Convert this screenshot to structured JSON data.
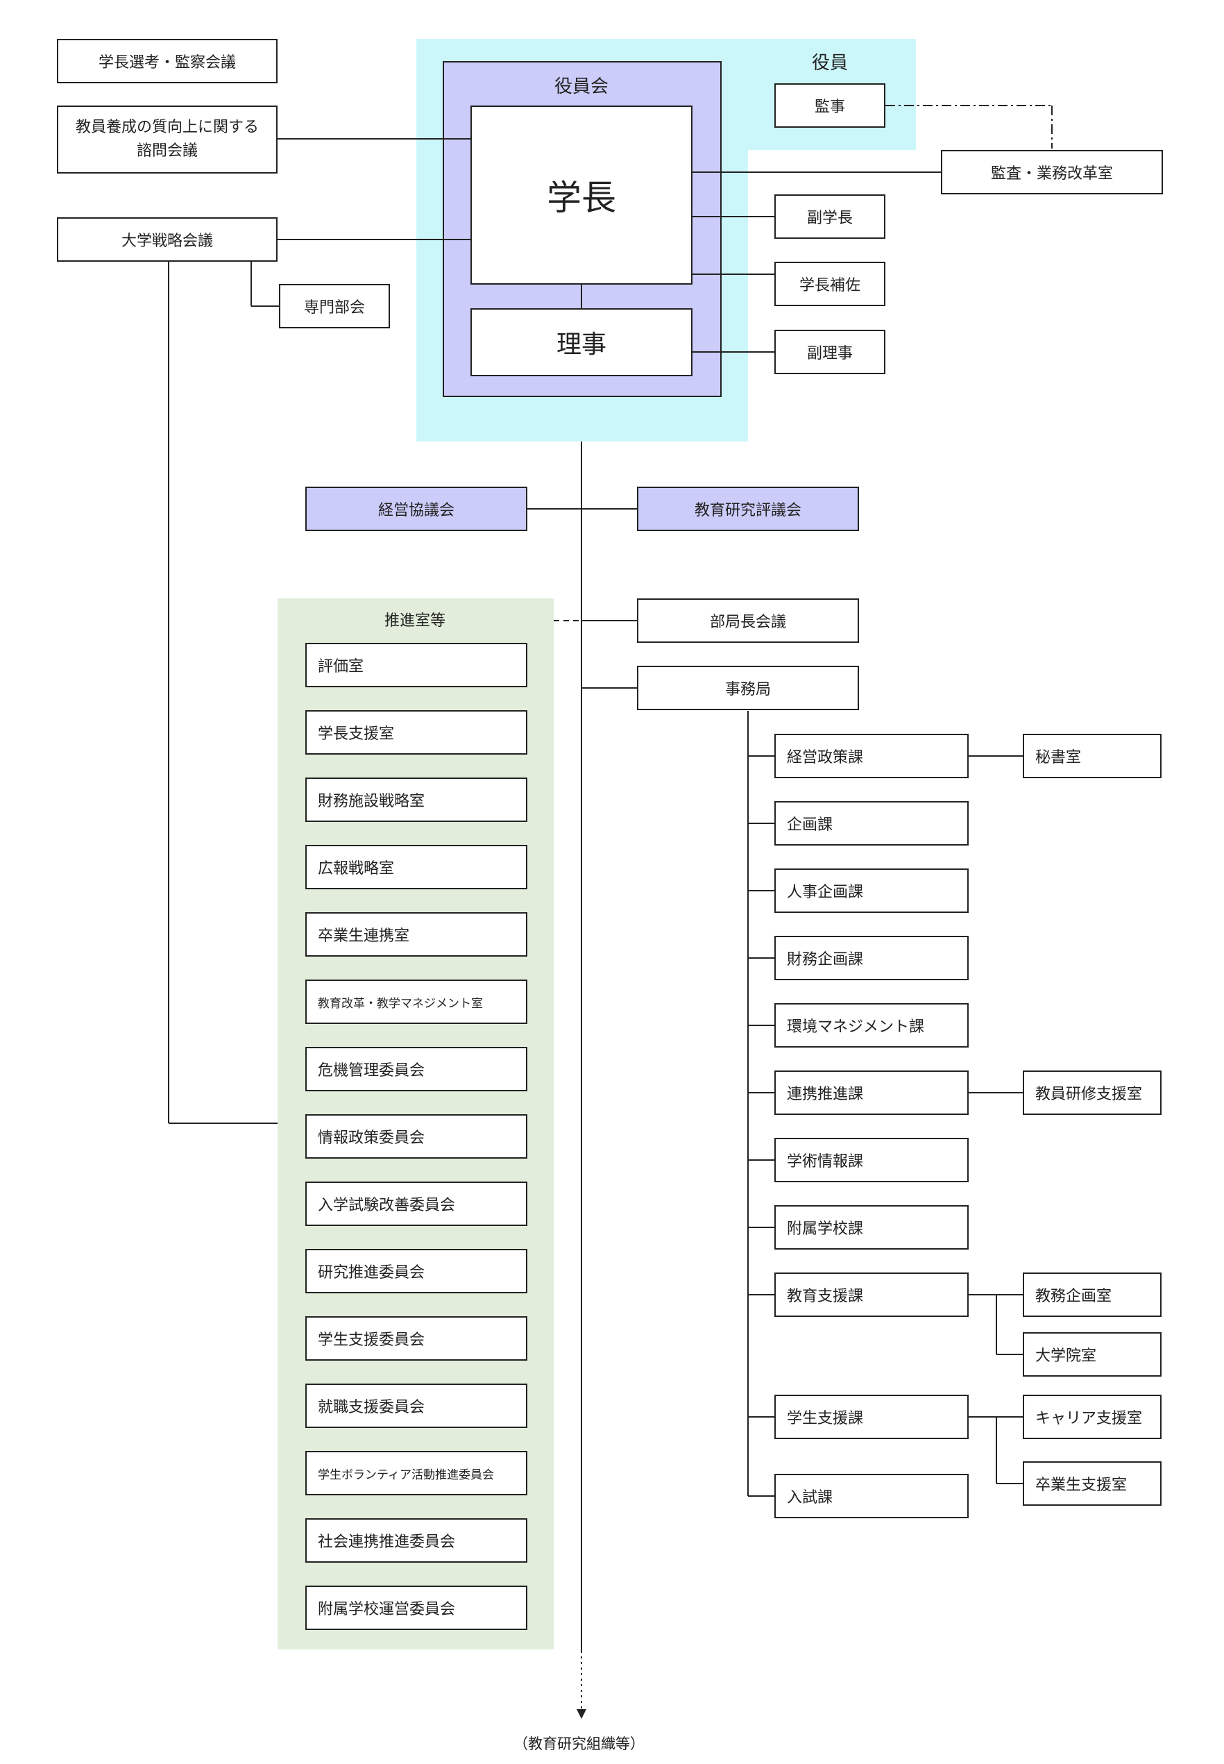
{
  "officers_label": "役員",
  "board_label": "役員会",
  "president": "学長",
  "directors": "理事",
  "auditor": "監事",
  "audit_office": "監査・業務改革室",
  "vice_president": "副学長",
  "assistant_president": "学長補佐",
  "vice_director": "副理事",
  "selection_council": "学長選考・監察会議",
  "teacher_training_council": "教員養成の質向上に関する\n諮問会議",
  "strategy_council": "大学戦略会議",
  "expert_subcommittee": "専門部会",
  "management_council": "経営協議会",
  "education_research_council": "教育研究評議会",
  "promotion_label": "推進室等",
  "promotion_items": [
    "評価室",
    "学長支援室",
    "財務施設戦略室",
    "広報戦略室",
    "卒業生連携室",
    "教育改革・教学マネジメント室",
    "危機管理委員会",
    "情報政策委員会",
    "入学試験改善委員会",
    "研究推進委員会",
    "学生支援委員会",
    "就職支援委員会",
    "学生ボランティア活動推進委員会",
    "社会連携推進委員会",
    "附属学校運営委員会"
  ],
  "dept_heads_meeting": "部局長会議",
  "secretariat": "事務局",
  "divisions": [
    "経営政策課",
    "企画課",
    "人事企画課",
    "財務企画課",
    "環境マネジメント課",
    "連携推進課",
    "学術情報課",
    "附属学校課",
    "教育支援課",
    "学生支援課",
    "入試課"
  ],
  "secretary_office": "秘書室",
  "faculty_training_office": "教員研修支援室",
  "academic_planning_office": "教務企画室",
  "graduate_school_office": "大学院室",
  "career_support_office": "キャリア支援室",
  "alumni_support_office": "卒業生支援室",
  "footer_note": "（教育研究組織等）",
  "colors": {
    "officer_region": "#ccf7fa",
    "board_region": "#ccccfa",
    "promotion_region": "#e2eedb",
    "line": "#222222"
  }
}
